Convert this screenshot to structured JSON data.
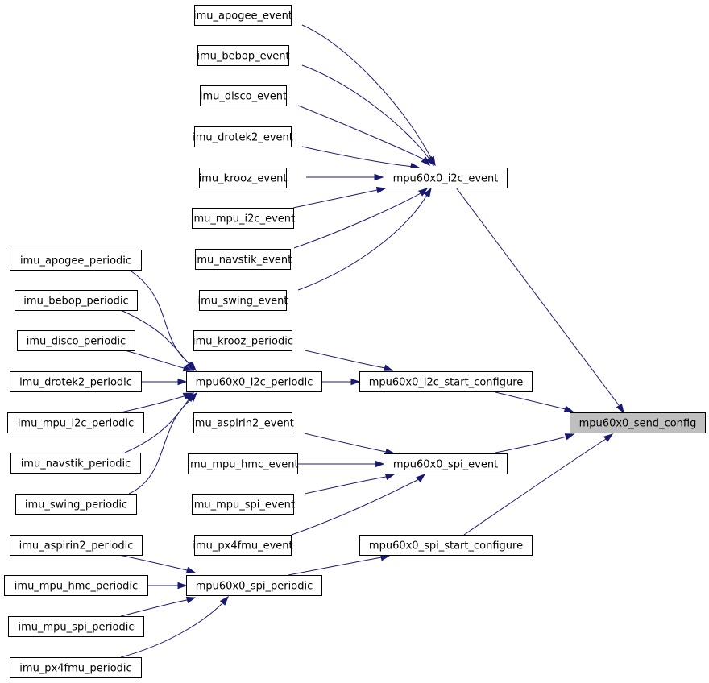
{
  "graph": {
    "target": "mpu60x0_send_config",
    "nodes": {
      "imu_apogee_event": "imu_apogee_event",
      "imu_bebop_event": "imu_bebop_event",
      "imu_disco_event": "imu_disco_event",
      "imu_drotek2_event": "imu_drotek2_event",
      "imu_krooz_event": "imu_krooz_event",
      "imu_mpu_i2c_event": "imu_mpu_i2c_event",
      "imu_navstik_event": "imu_navstik_event",
      "imu_swing_event": "imu_swing_event",
      "imu_krooz_periodic": "imu_krooz_periodic",
      "imu_aspirin2_event": "imu_aspirin2_event",
      "imu_mpu_hmc_event": "imu_mpu_hmc_event",
      "imu_mpu_spi_event": "imu_mpu_spi_event",
      "imu_px4fmu_event": "imu_px4fmu_event",
      "imu_apogee_periodic": "imu_apogee_periodic",
      "imu_bebop_periodic": "imu_bebop_periodic",
      "imu_disco_periodic": "imu_disco_periodic",
      "imu_drotek2_periodic": "imu_drotek2_periodic",
      "imu_mpu_i2c_periodic": "imu_mpu_i2c_periodic",
      "imu_navstik_periodic": "imu_navstik_periodic",
      "imu_swing_periodic": "imu_swing_periodic",
      "imu_aspirin2_periodic": "imu_aspirin2_periodic",
      "imu_mpu_hmc_periodic": "imu_mpu_hmc_periodic",
      "imu_mpu_spi_periodic": "imu_mpu_spi_periodic",
      "imu_px4fmu_periodic": "imu_px4fmu_periodic",
      "mpu60x0_i2c_event": "mpu60x0_i2c_event",
      "mpu60x0_i2c_periodic": "mpu60x0_i2c_periodic",
      "mpu60x0_i2c_start_configure": "mpu60x0_i2c_start_configure",
      "mpu60x0_spi_event": "mpu60x0_spi_event",
      "mpu60x0_spi_periodic": "mpu60x0_spi_periodic",
      "mpu60x0_spi_start_configure": "mpu60x0_spi_start_configure",
      "mpu60x0_send_config": "mpu60x0_send_config"
    },
    "edges": [
      [
        "imu_apogee_event",
        "mpu60x0_i2c_event"
      ],
      [
        "imu_bebop_event",
        "mpu60x0_i2c_event"
      ],
      [
        "imu_disco_event",
        "mpu60x0_i2c_event"
      ],
      [
        "imu_drotek2_event",
        "mpu60x0_i2c_event"
      ],
      [
        "imu_krooz_event",
        "mpu60x0_i2c_event"
      ],
      [
        "imu_mpu_i2c_event",
        "mpu60x0_i2c_event"
      ],
      [
        "imu_navstik_event",
        "mpu60x0_i2c_event"
      ],
      [
        "imu_swing_event",
        "mpu60x0_i2c_event"
      ],
      [
        "mpu60x0_i2c_event",
        "mpu60x0_send_config"
      ],
      [
        "imu_apogee_periodic",
        "mpu60x0_i2c_periodic"
      ],
      [
        "imu_bebop_periodic",
        "mpu60x0_i2c_periodic"
      ],
      [
        "imu_disco_periodic",
        "mpu60x0_i2c_periodic"
      ],
      [
        "imu_drotek2_periodic",
        "mpu60x0_i2c_periodic"
      ],
      [
        "imu_mpu_i2c_periodic",
        "mpu60x0_i2c_periodic"
      ],
      [
        "imu_navstik_periodic",
        "mpu60x0_i2c_periodic"
      ],
      [
        "imu_swing_periodic",
        "mpu60x0_i2c_periodic"
      ],
      [
        "mpu60x0_i2c_periodic",
        "mpu60x0_i2c_start_configure"
      ],
      [
        "imu_krooz_periodic",
        "mpu60x0_i2c_start_configure"
      ],
      [
        "mpu60x0_i2c_start_configure",
        "mpu60x0_send_config"
      ],
      [
        "imu_aspirin2_event",
        "mpu60x0_spi_event"
      ],
      [
        "imu_mpu_hmc_event",
        "mpu60x0_spi_event"
      ],
      [
        "imu_mpu_spi_event",
        "mpu60x0_spi_event"
      ],
      [
        "imu_px4fmu_event",
        "mpu60x0_spi_event"
      ],
      [
        "mpu60x0_spi_event",
        "mpu60x0_send_config"
      ],
      [
        "imu_aspirin2_periodic",
        "mpu60x0_spi_periodic"
      ],
      [
        "imu_mpu_hmc_periodic",
        "mpu60x0_spi_periodic"
      ],
      [
        "imu_mpu_spi_periodic",
        "mpu60x0_spi_periodic"
      ],
      [
        "imu_px4fmu_periodic",
        "mpu60x0_spi_periodic"
      ],
      [
        "mpu60x0_spi_periodic",
        "mpu60x0_spi_start_configure"
      ],
      [
        "mpu60x0_spi_start_configure",
        "mpu60x0_send_config"
      ]
    ]
  }
}
